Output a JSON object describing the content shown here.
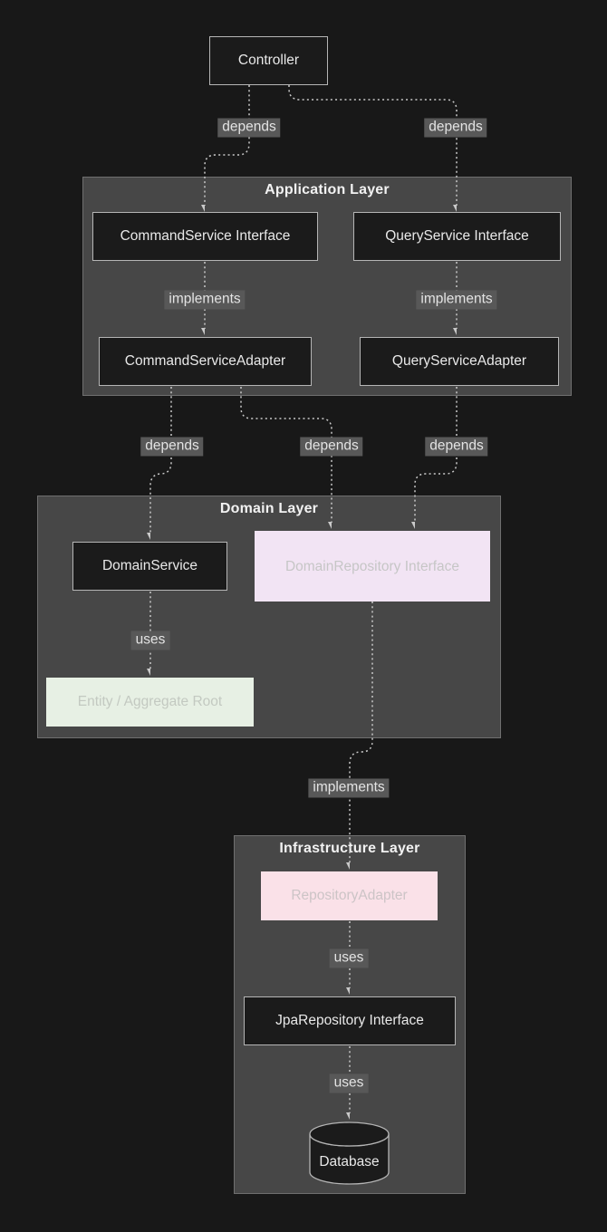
{
  "diagram": {
    "containers": {
      "application_layer": {
        "title": "Application Layer"
      },
      "domain_layer": {
        "title": "Domain Layer"
      },
      "infrastructure_layer": {
        "title": "Infrastructure Layer"
      }
    },
    "nodes": {
      "controller": "Controller",
      "command_service_interface": "CommandService Interface",
      "query_service_interface": "QueryService Interface",
      "command_service_adapter": "CommandServiceAdapter",
      "query_service_adapter": "QueryServiceAdapter",
      "domain_service": "DomainService",
      "domain_repository_interface": "DomainRepository Interface",
      "entity_aggregate_root": "Entity / Aggregate Root",
      "repository_adapter": "RepositoryAdapter",
      "jpa_repository_interface": "JpaRepository Interface",
      "database": "Database"
    },
    "edge_labels": {
      "controller_to_command_interface": "depends",
      "controller_to_query_interface": "depends",
      "command_interface_to_adapter": "implements",
      "query_interface_to_adapter": "implements",
      "command_adapter_to_domain_service": "depends",
      "command_adapter_to_domain_repository": "depends",
      "query_adapter_to_domain_repository": "depends",
      "domain_service_to_entity": "uses",
      "domain_repository_to_repository_adapter": "implements",
      "repository_adapter_to_jpa": "uses",
      "jpa_to_database": "uses"
    },
    "colors": {
      "page_background": "#181818",
      "layer_background": "#474747",
      "layer_border": "#6f6f6f",
      "node_background": "#1b1b1b",
      "node_border": "#b5b5b5",
      "node_text": "#e9e9e9",
      "domain_repository_fill": "#f2e4f4",
      "entity_fill": "#e7f0e4",
      "repository_adapter_fill": "#fae1e8",
      "muted_text": "#c6c6c6",
      "edge_label_background": "#585858",
      "edge_label_text": "#e3e3e3",
      "edge_stroke": "#c9c9c9"
    }
  }
}
